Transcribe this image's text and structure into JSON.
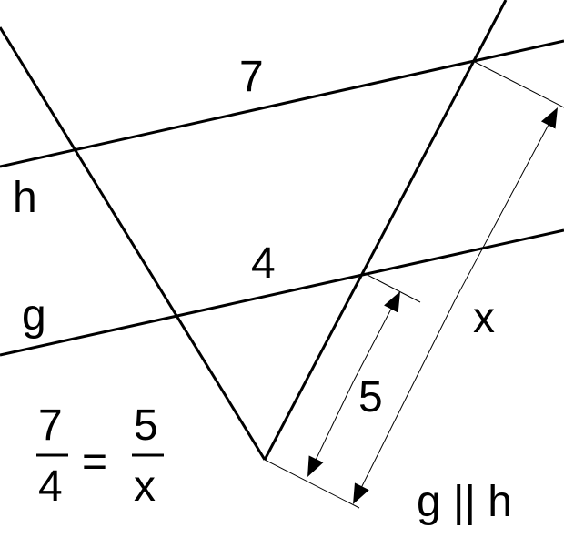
{
  "labels": {
    "segment_upper": "7",
    "segment_lower": "4",
    "line_h": "h",
    "line_g": "g",
    "segment_short": "5",
    "segment_long": "x",
    "parallel_note": "g || h"
  },
  "equation": {
    "left_numerator": "7",
    "left_denominator": "4",
    "equals": "=",
    "right_numerator": "5",
    "right_denominator": "x"
  },
  "colors": {
    "ink": "#000000",
    "background": "#ffffff"
  }
}
